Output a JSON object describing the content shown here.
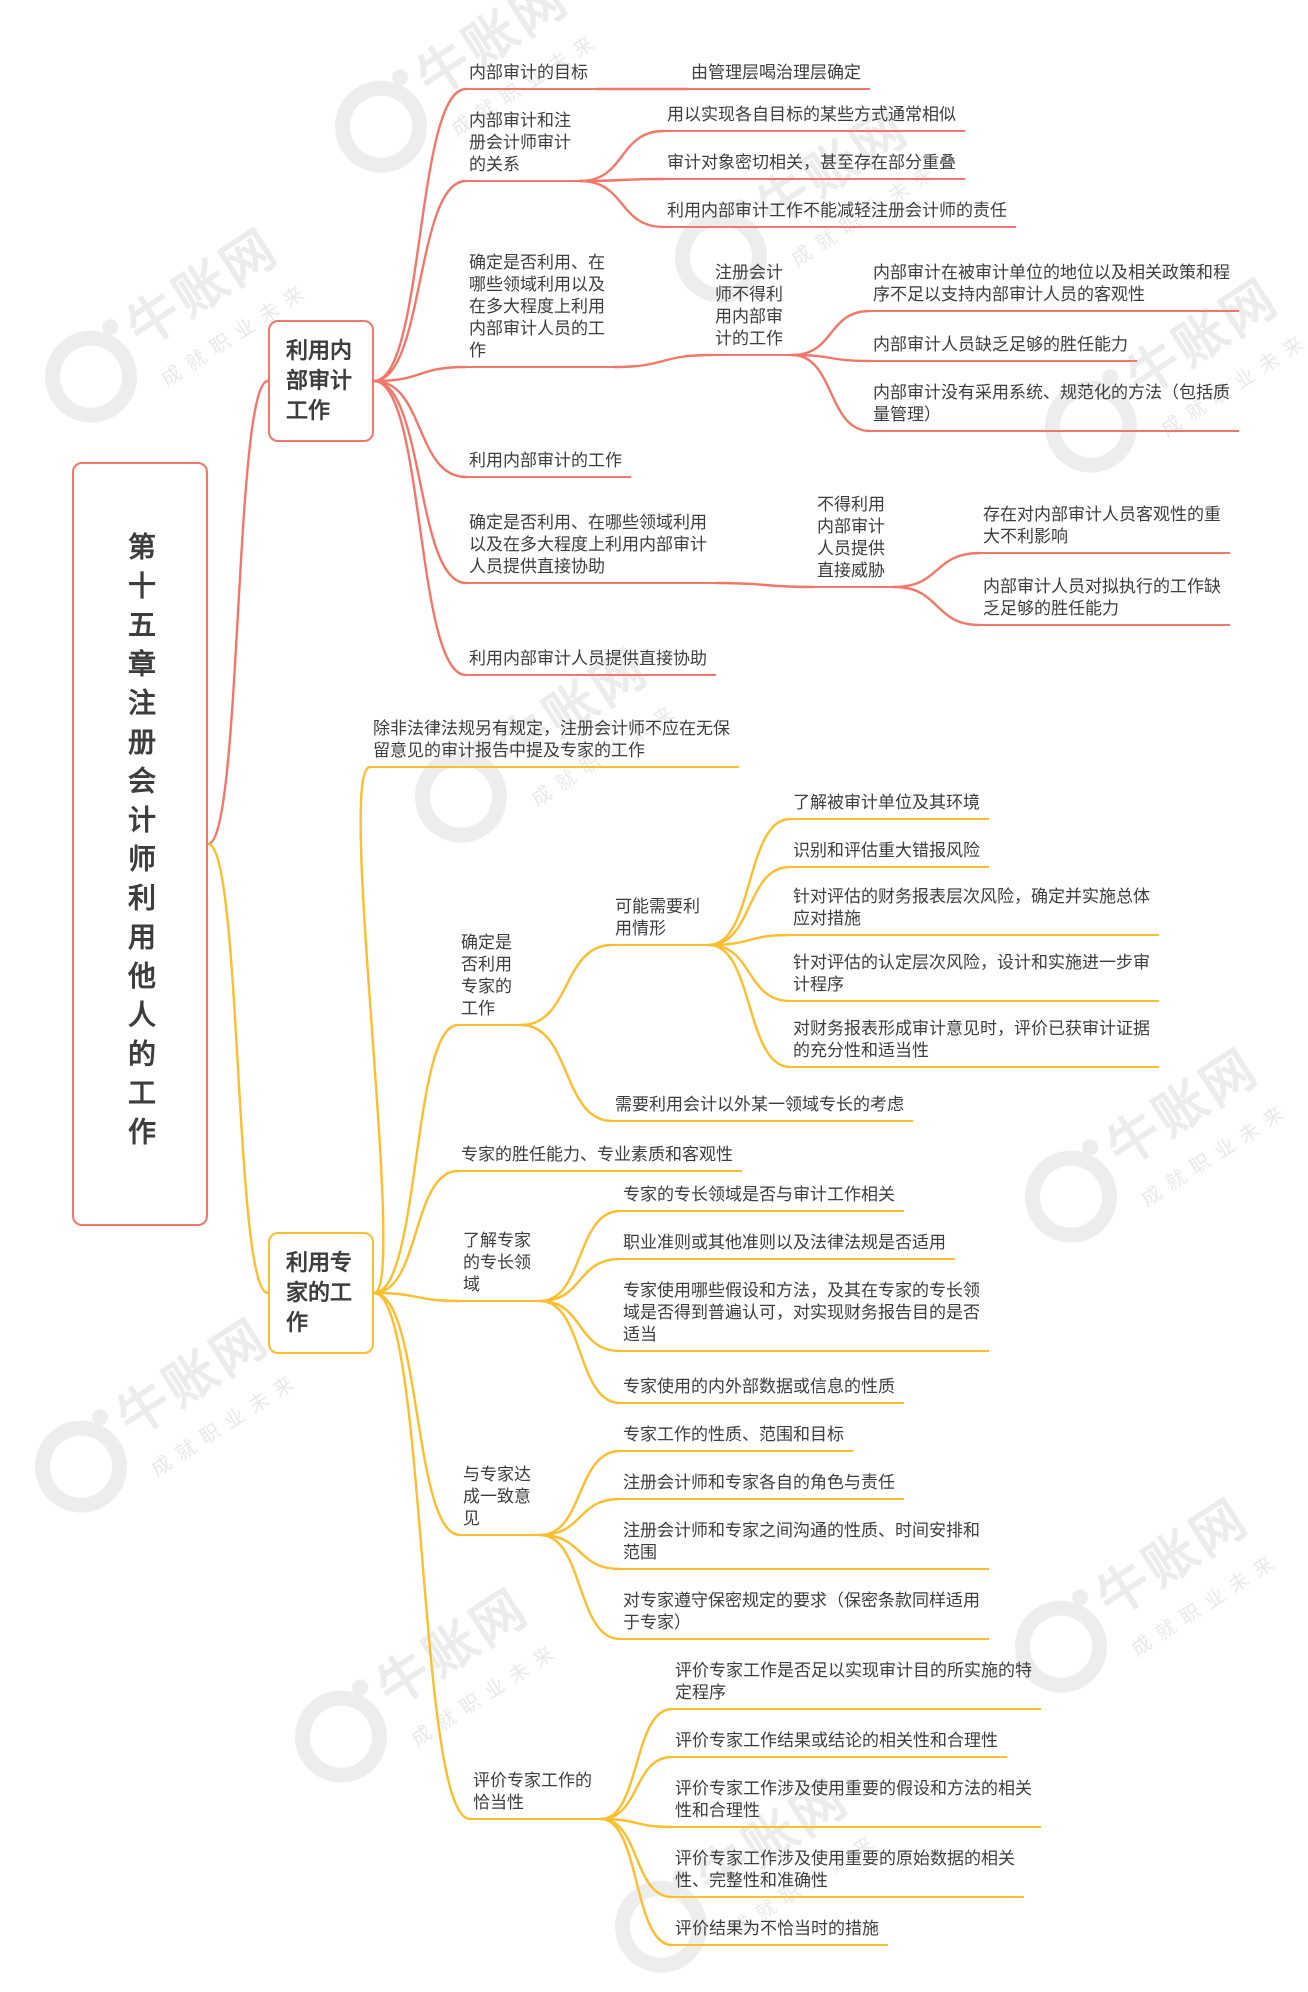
{
  "watermark": {
    "brand": "牛账网",
    "slogan": "成就职业未来"
  },
  "colors": {
    "internal_branch": "#f2776b",
    "expert_branch": "#fcbe2e"
  },
  "root": {
    "label": "第十五章注册会计师利用他人的工作"
  },
  "internal": {
    "label": "利用内部审计工作",
    "goal": "内部审计的目标",
    "goal_child": "由管理层喝治理层确定",
    "relationship": "内部审计和注册会计师审计的关系",
    "relationship_items": [
      "用以实现各自目标的某些方式通常相似",
      "审计对象密切相关，甚至存在部分重叠",
      "利用内部审计工作不能减轻注册会计师的责任"
    ],
    "determine_work": "确定是否利用、在哪些领域利用以及在多大程度上利用内部审计人员的工作",
    "cannot_use": "注册会计师不得利用内部审计的工作",
    "cannot_use_items": [
      "内部审计在被审计单位的地位以及相关政策和程序不足以支持内部审计人员的客观性",
      "内部审计人员缺乏足够的胜任能力",
      "内部审计没有采用系统、规范化的方法（包括质量管理）"
    ],
    "use_work": "利用内部审计的工作",
    "determine_assist": "确定是否利用、在哪些领域利用以及在多大程度上利用内部审计人员提供直接协助",
    "cannot_assist": "不得利用内部审计人员提供直接威胁",
    "cannot_assist_items": [
      "存在对内部审计人员客观性的重大不利影响",
      "内部审计人员对拟执行的工作缺乏足够的胜任能力"
    ],
    "use_assist": "利用内部审计人员提供直接协助"
  },
  "expert": {
    "label": "利用专家的工作",
    "disclaimer": "除非法律法规另有规定，注册会计师不应在无保留意见的审计报告中提及专家的工作",
    "decide": "确定是否利用专家的工作",
    "maybe_need": "可能需要利用情形",
    "maybe_need_items": [
      "了解被审计单位及其环境",
      "识别和评估重大错报风险",
      "针对评估的财务报表层次风险，确定并实施总体应对措施",
      "针对评估的认定层次风险，设计和实施进一步审计程序",
      "对财务报表形成审计意见时，评价已获审计证据的充分性和适当性"
    ],
    "need_consider": "需要利用会计以外某一领域专长的考虑",
    "competence": "专家的胜任能力、专业素质和客观性",
    "field": "了解专家的专长领域",
    "field_items": [
      "专家的专长领域是否与审计工作相关",
      "职业准则或其他准则以及法律法规是否适用",
      "专家使用哪些假设和方法，及其在专家的专长领域是否得到普遍认可，对实现财务报告目的是否适当",
      "专家使用的内外部数据或信息的性质"
    ],
    "agreement": "与专家达成一致意见",
    "agreement_items": [
      "专家工作的性质、范围和目标",
      "注册会计师和专家各自的角色与责任",
      "注册会计师和专家之间沟通的性质、时间安排和范围",
      "对专家遵守保密规定的要求（保密条款同样适用于专家）"
    ],
    "evaluate": "评价专家工作的恰当性",
    "evaluate_items": [
      "评价专家工作是否足以实现审计目的所实施的特定程序",
      "评价专家工作结果或结论的相关性和合理性",
      "评价专家工作涉及使用重要的假设和方法的相关性和合理性",
      "评价专家工作涉及使用重要的原始数据的相关性、完整性和准确性",
      "评价结果为不恰当时的措施"
    ]
  }
}
